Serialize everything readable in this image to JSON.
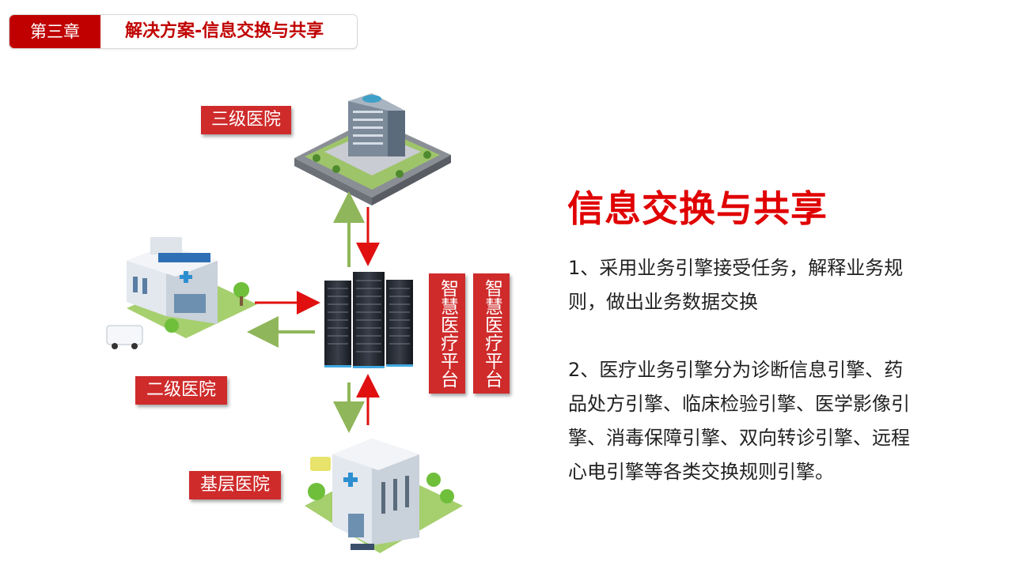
{
  "header": {
    "chapter": "第三章",
    "title": "解决方案-信息交换与共享"
  },
  "diagram": {
    "tertiary_label": "三级医院",
    "secondary_label": "二级医院",
    "primary_label": "基层医院",
    "platform_label_1": "智慧医疗平台",
    "platform_label_2": "智慧医疗平台"
  },
  "content": {
    "heading": "信息交换与共享",
    "point1": "1、采用业务引擎接受任务，解释业务规则，做出业务数据交换",
    "point2": "2、医疗业务引擎分为诊断信息引擎、药品处方引擎、临床检验引擎、医学影像引擎、消毒保障引擎、双向转诊引擎、远程心电引擎等各类交换规则引擎。"
  },
  "colors": {
    "brand_red": "#c00000",
    "label_red": "#cf2b2b",
    "arrow_red": "#e01010",
    "arrow_green": "#8fb65a"
  }
}
